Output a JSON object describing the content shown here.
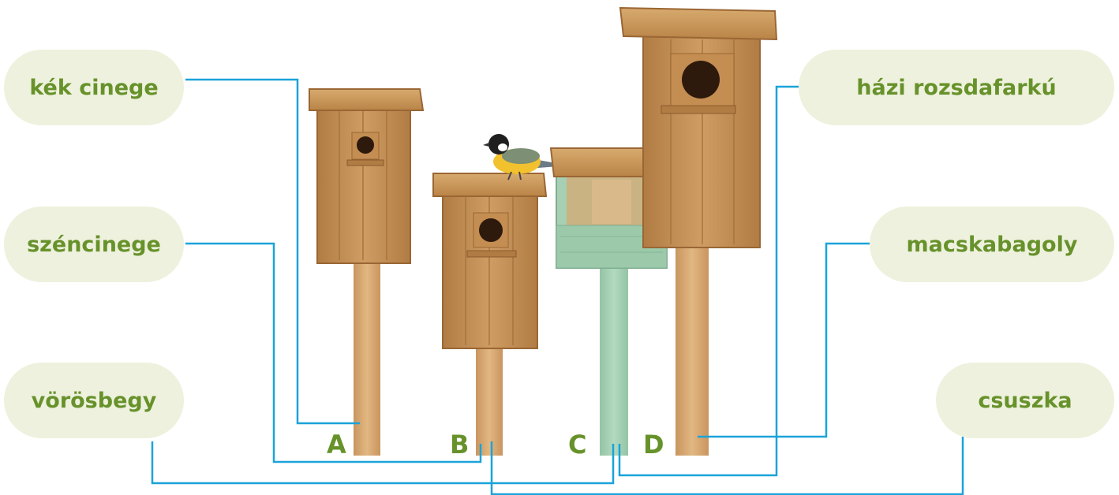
{
  "labels_left": [
    "kék cinege",
    "széncinege",
    "vörösbegy"
  ],
  "labels_right": [
    "házi rozsdafarkú",
    "macskabagoly",
    "csuszka"
  ],
  "box_letters": [
    "A",
    "B",
    "C",
    "D"
  ],
  "colors": {
    "label_bg": "#eef1dd",
    "label_text": "#67922b",
    "connector_line": "#1aa3d9",
    "wood": "#c9955a",
    "wood_dark": "#a8753f",
    "green_box": "#9fccb0"
  }
}
